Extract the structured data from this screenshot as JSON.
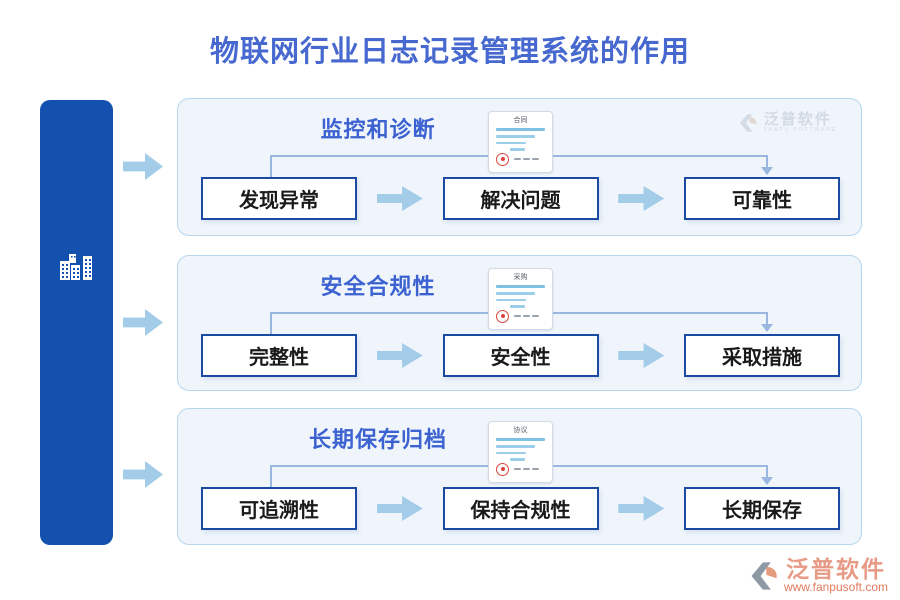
{
  "page": {
    "title": "物联网行业日志记录管理系统的作用"
  },
  "sidebar": {
    "icon": "buildings-icon"
  },
  "sections": [
    {
      "title": "监控和诊断",
      "doc_label": "合同",
      "steps": [
        "发现异常",
        "解决问题",
        "可靠性"
      ]
    },
    {
      "title": "安全合规性",
      "doc_label": "采购",
      "steps": [
        "完整性",
        "安全性",
        "采取措施"
      ]
    },
    {
      "title": "长期保存归档",
      "doc_label": "协议",
      "steps": [
        "可追溯性",
        "保持合规性",
        "长期保存"
      ]
    }
  ],
  "watermark": {
    "name": "泛普软件",
    "sub": "FANPU SOFTWARE"
  },
  "footer_logo": {
    "name": "泛普软件",
    "url": "www.fanpusoft.com"
  },
  "colors": {
    "title_blue": "#4668cf",
    "section_blue": "#3c62d2",
    "bar_blue": "#1450ae",
    "box_border": "#1b4aa2",
    "arrow_blue": "#a3cce9",
    "panel_bg": "#eff5fb",
    "panel_border": "#b7d7ef",
    "connector": "#9ab7e0",
    "seal_red": "#d9453c",
    "logo_salmon": "#e07a5e",
    "logo_gray": "#8e99a6"
  }
}
